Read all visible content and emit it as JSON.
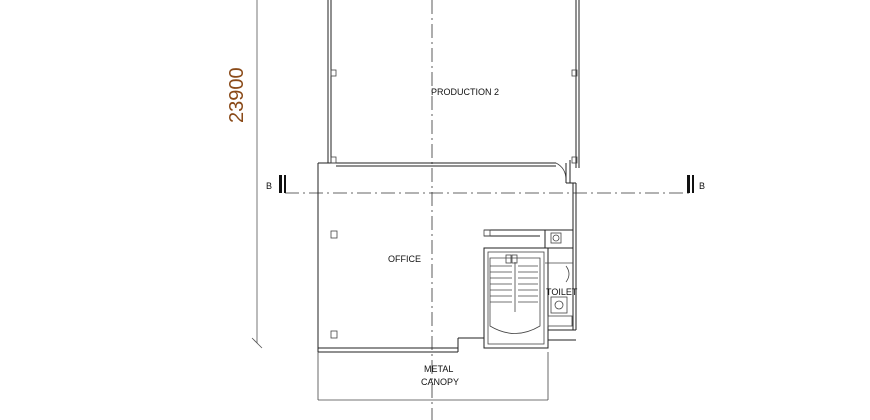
{
  "labels": {
    "dimension": "23900",
    "production": "PRODUCTION 2",
    "office": "OFFICE",
    "toilet": "TOILET",
    "canopy_line1": "METAL",
    "canopy_line2": "CANOPY",
    "section_left": "B",
    "section_right": "B"
  },
  "colors": {
    "dimension_text": "#8a4a18",
    "lines": "#222222",
    "background": "#ffffff"
  }
}
